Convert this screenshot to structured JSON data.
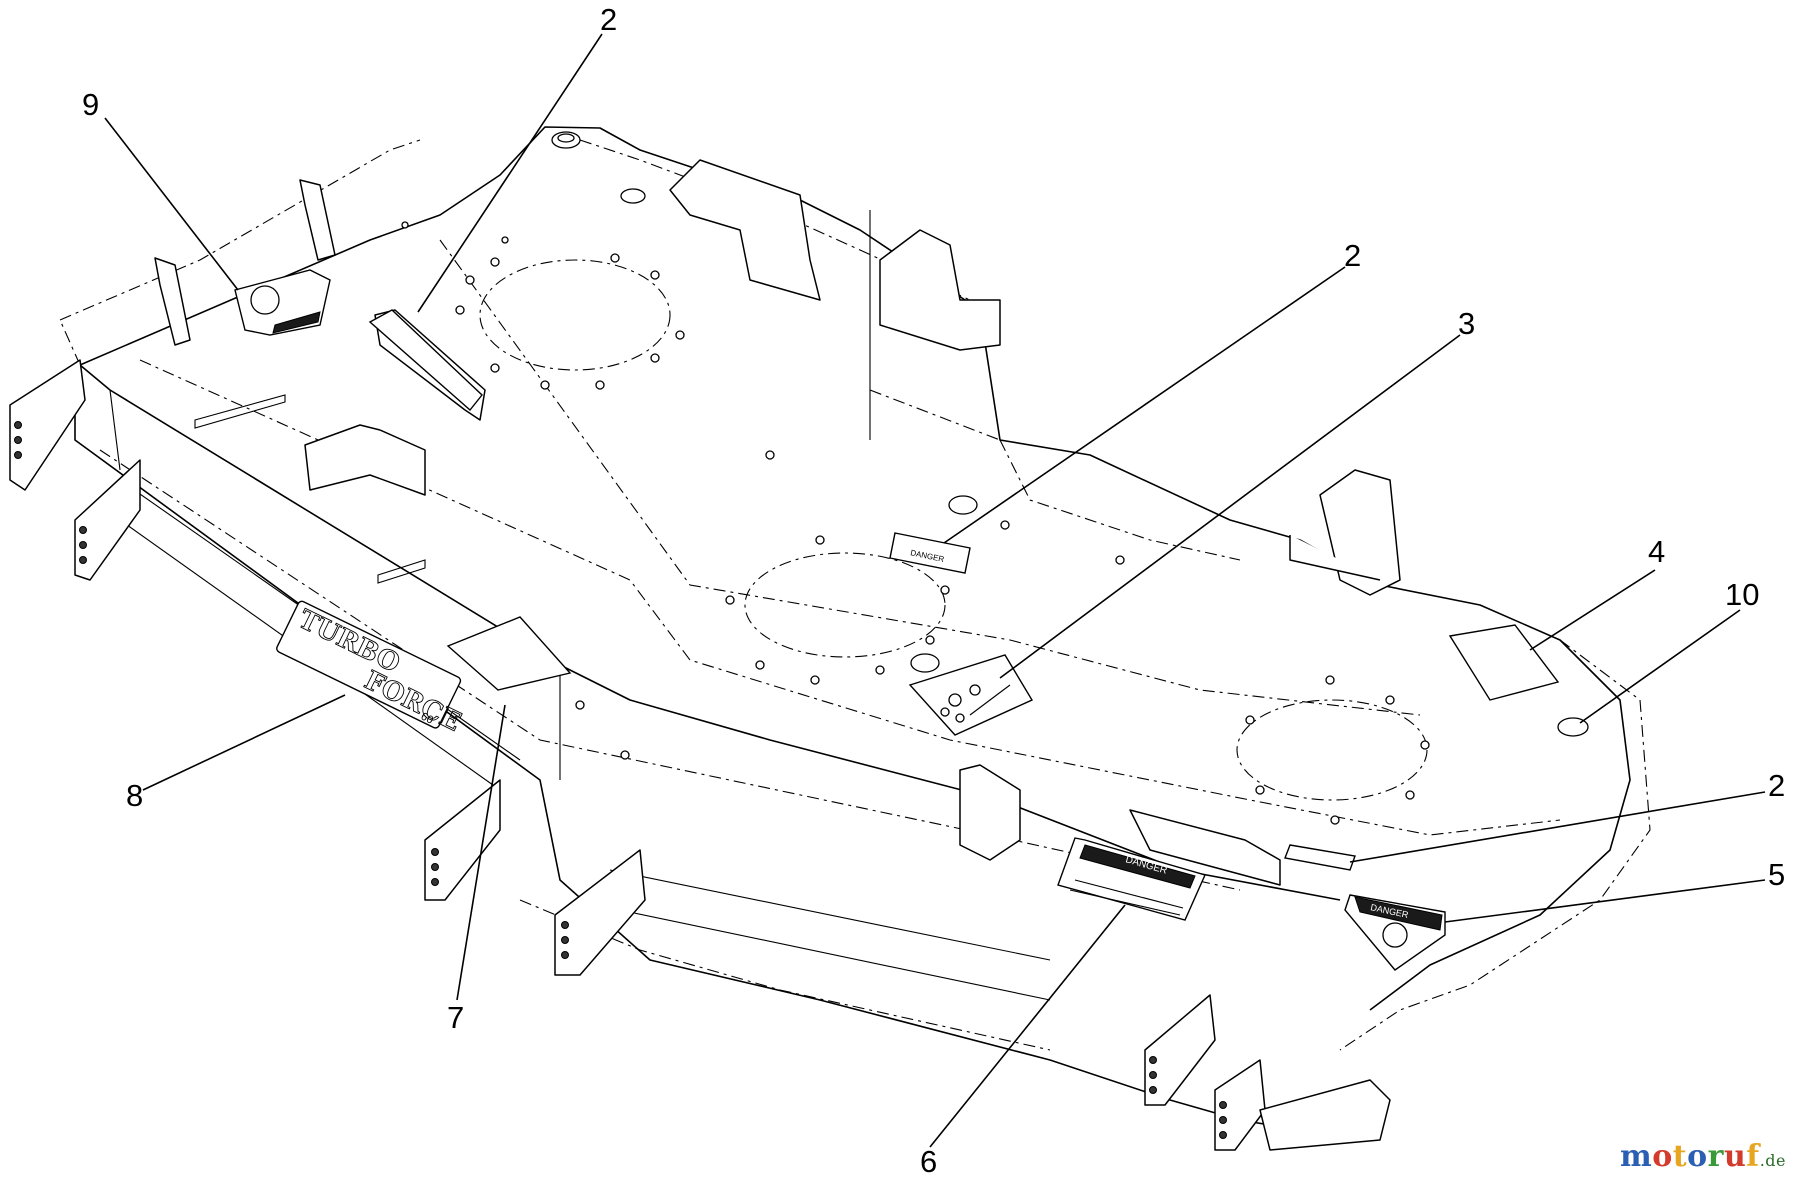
{
  "callouts": [
    {
      "id": "c2a",
      "label": "2"
    },
    {
      "id": "c9",
      "label": "9"
    },
    {
      "id": "c2b",
      "label": "2"
    },
    {
      "id": "c3",
      "label": "3"
    },
    {
      "id": "c4",
      "label": "4"
    },
    {
      "id": "c10",
      "label": "10"
    },
    {
      "id": "c8",
      "label": "8"
    },
    {
      "id": "c2c",
      "label": "2"
    },
    {
      "id": "c5",
      "label": "5"
    },
    {
      "id": "c7",
      "label": "7"
    },
    {
      "id": "c6",
      "label": "6"
    }
  ],
  "deck_lettering": {
    "brand_line_1": "TURBO",
    "brand_line_2": "FORCE",
    "model": "60"
  },
  "decal_text": {
    "danger": "DANGER"
  },
  "watermark": {
    "name": "motoruf",
    "suffix": ".de",
    "colors": [
      "#2b5fb4",
      "#d33b2c",
      "#e7a520",
      "#2b5fb4",
      "#3a9a3a",
      "#d33b2c",
      "#e7a520"
    ]
  }
}
